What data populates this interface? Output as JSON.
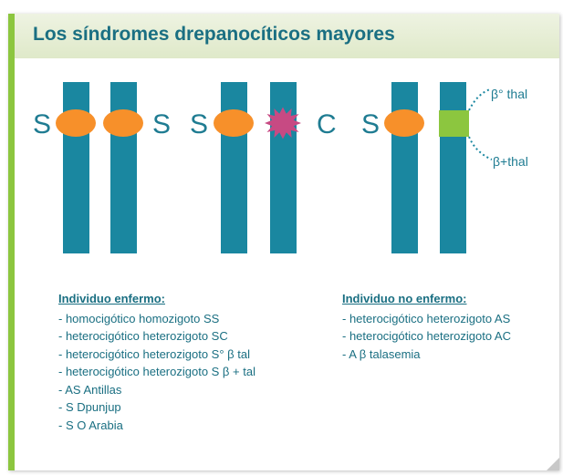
{
  "title": "Los síndromes drepanocíticos mayores",
  "colors": {
    "chromosome": "#1a87a0",
    "allele_s": "#f7902a",
    "allele_c": "#c74a83",
    "allele_thal": "#8cc63f",
    "text": "#1a6f82",
    "accent_bar": "#8cc63f"
  },
  "diagram": {
    "pairs": [
      {
        "left_label": "S",
        "right_label": "S",
        "left_allele": "oval",
        "right_allele": "oval"
      },
      {
        "left_label": "S",
        "right_label": "C",
        "left_allele": "oval",
        "right_allele": "star"
      },
      {
        "left_label": "S",
        "right_label": "",
        "left_allele": "oval",
        "right_allele": "square"
      }
    ],
    "thal_labels": [
      "β° thal",
      "β+thal"
    ]
  },
  "left_column": {
    "heading": "Individuo enfermo:",
    "items": [
      "- homocigótico homozigoto SS",
      "- heterocigótico heterozigoto SC",
      "- heterocigótico heterozigoto S° β tal",
      "- heterocigótico heterozigoto S β + tal",
      "- AS Antillas",
      "- S Dpunjup",
      "- S O Arabia"
    ]
  },
  "right_column": {
    "heading": "Individuo no enfermo:",
    "items": [
      "- heterocigótico heterozigoto AS",
      "- heterocigótico heterozigoto AC",
      "- A β talasemia"
    ]
  }
}
